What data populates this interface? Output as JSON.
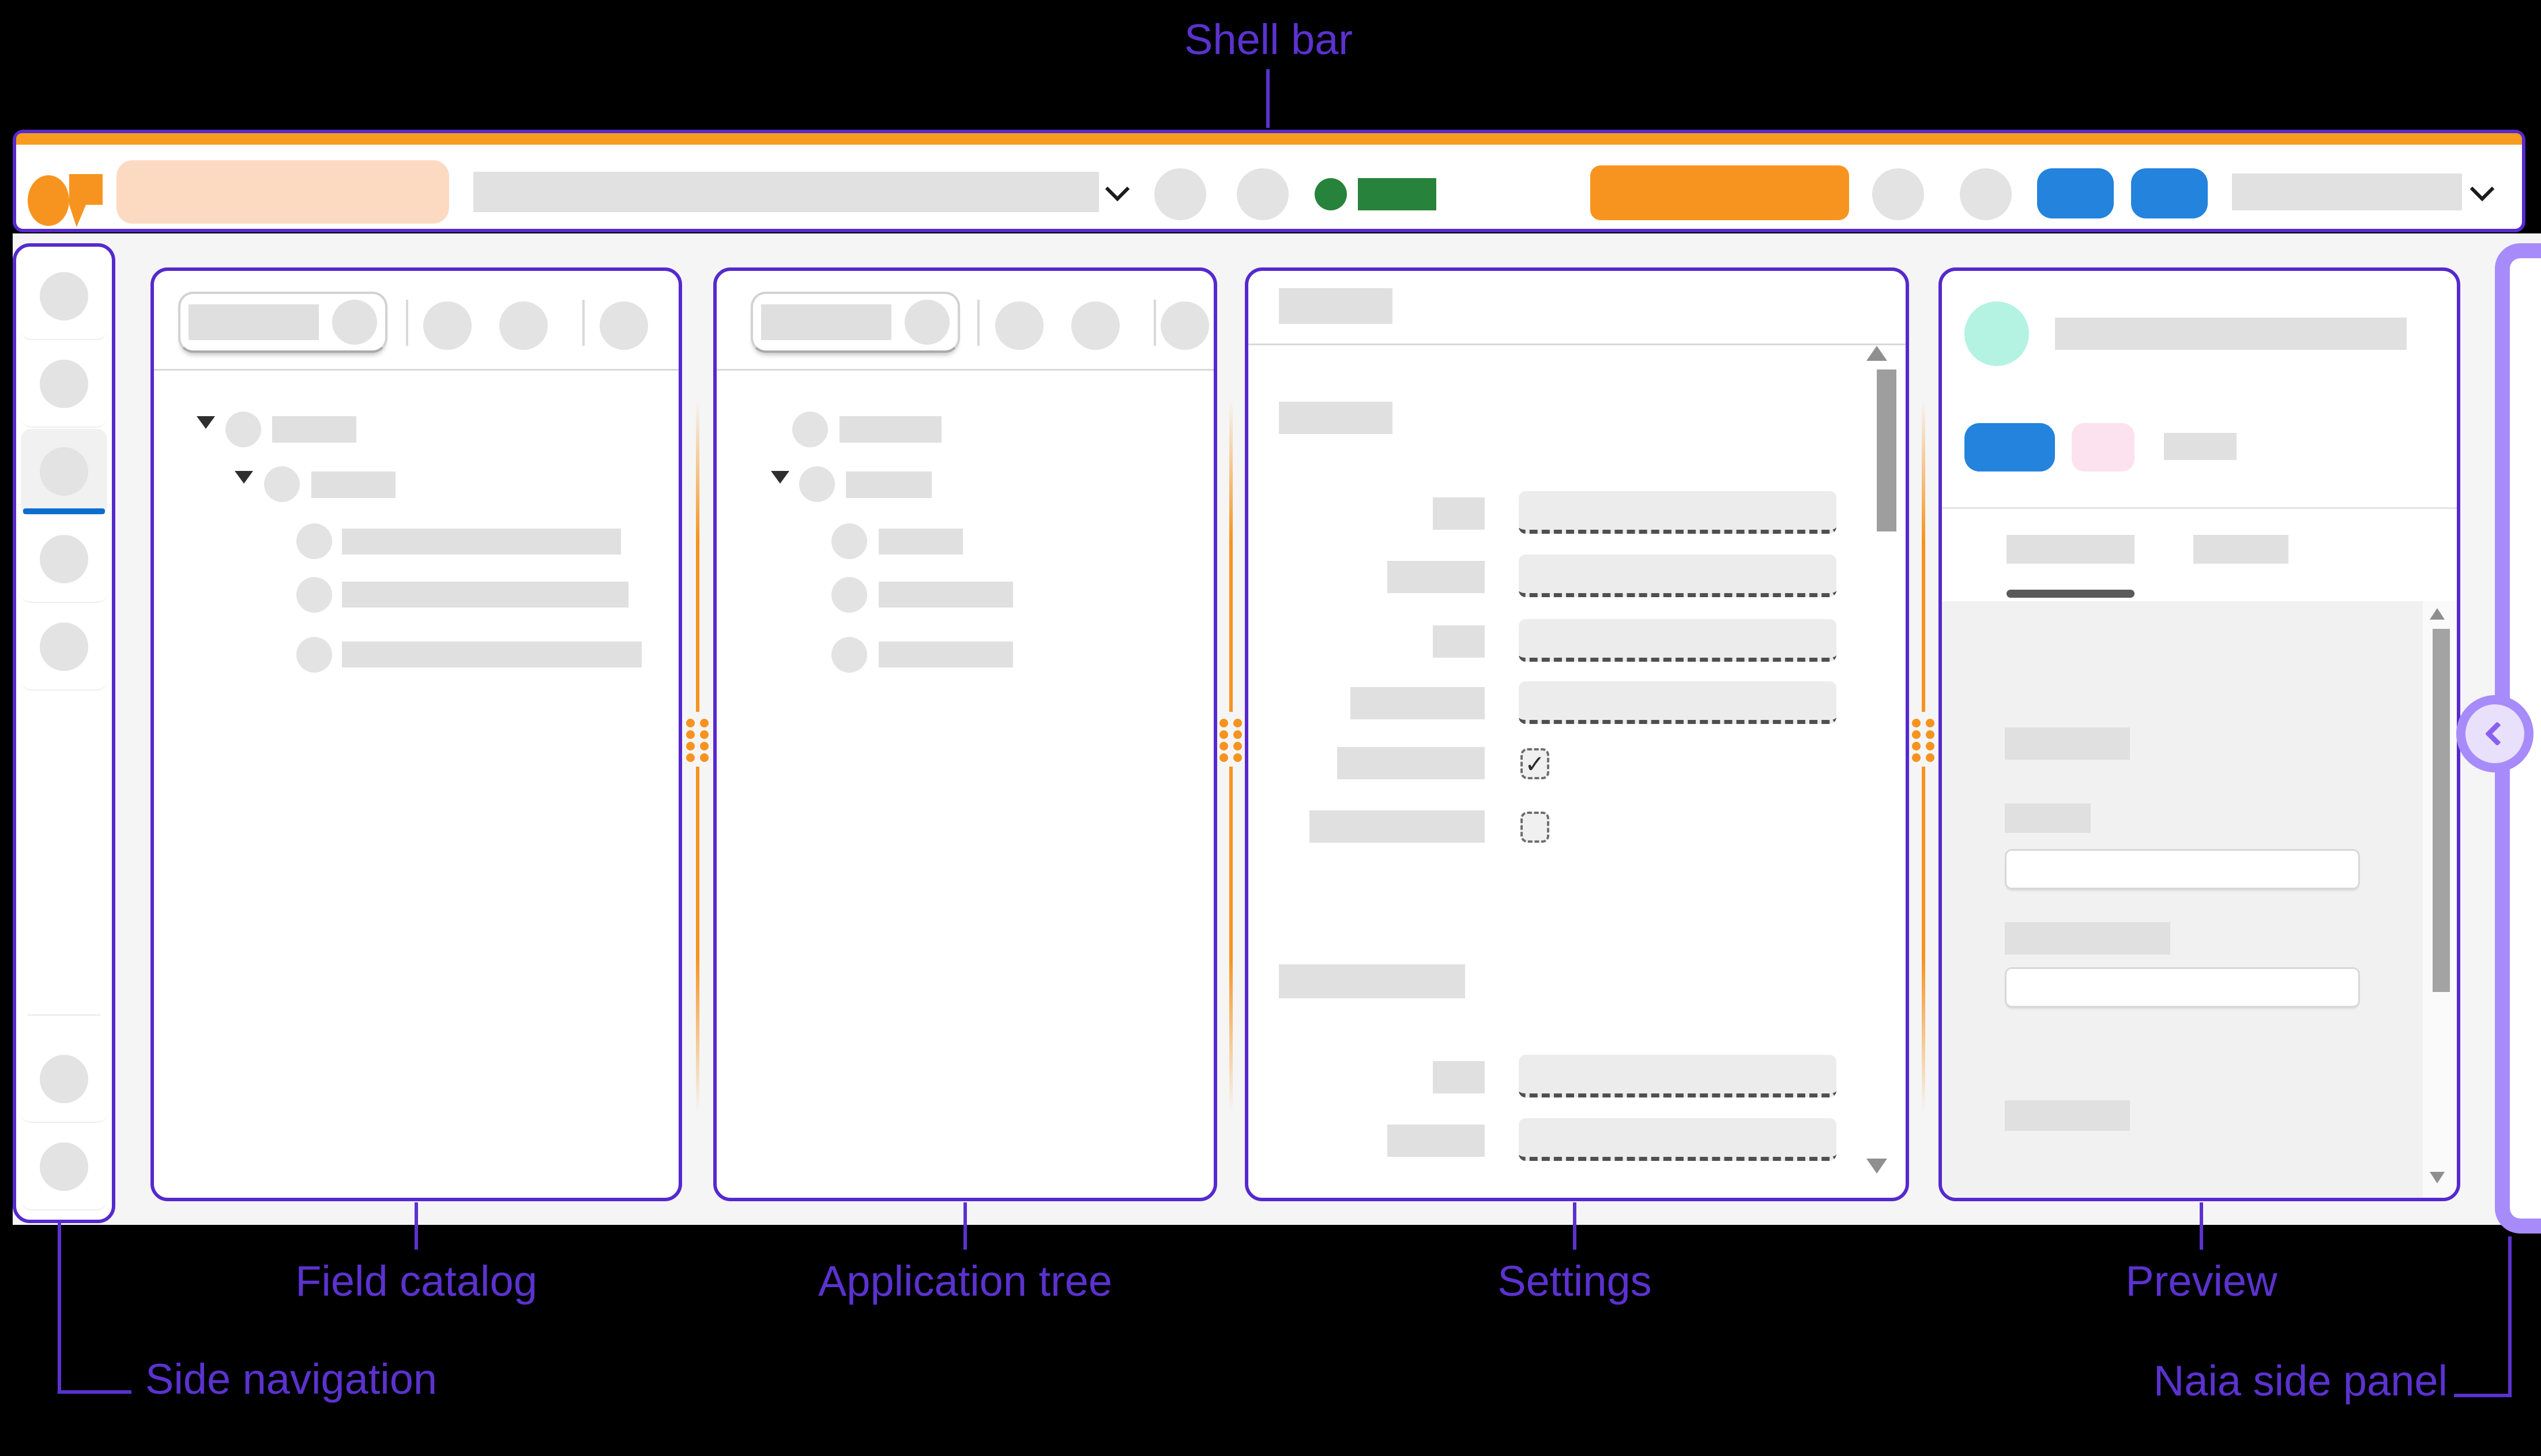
{
  "annotations": {
    "shell_bar": "Shell bar",
    "side_navigation": "Side navigation",
    "field_catalog": "Field catalog",
    "application_tree": "Application tree",
    "settings": "Settings",
    "preview": "Preview",
    "naia_side_panel": "Naia side panel"
  },
  "glyphs": {
    "checkbox_checked": "✓"
  },
  "state": {
    "side_nav_selected_item": 3,
    "field_catalog_tab_selected": true
  },
  "colors": {
    "annotation_purple": "#5B32CF",
    "panel_border_purple": "#5629CE",
    "shell_accent_orange": "#F7941F",
    "splitter_orange": "#F6931F",
    "naia_lavender": "#A78BFA",
    "selected_item_blue": "#0A6ED1",
    "action_blue": "#2383DD",
    "success_green": "#27833C",
    "avatar_mint": "#B4F2E2",
    "secondary_pink": "#FCE1EE",
    "placeholder_gray": "#E0E0E0"
  }
}
